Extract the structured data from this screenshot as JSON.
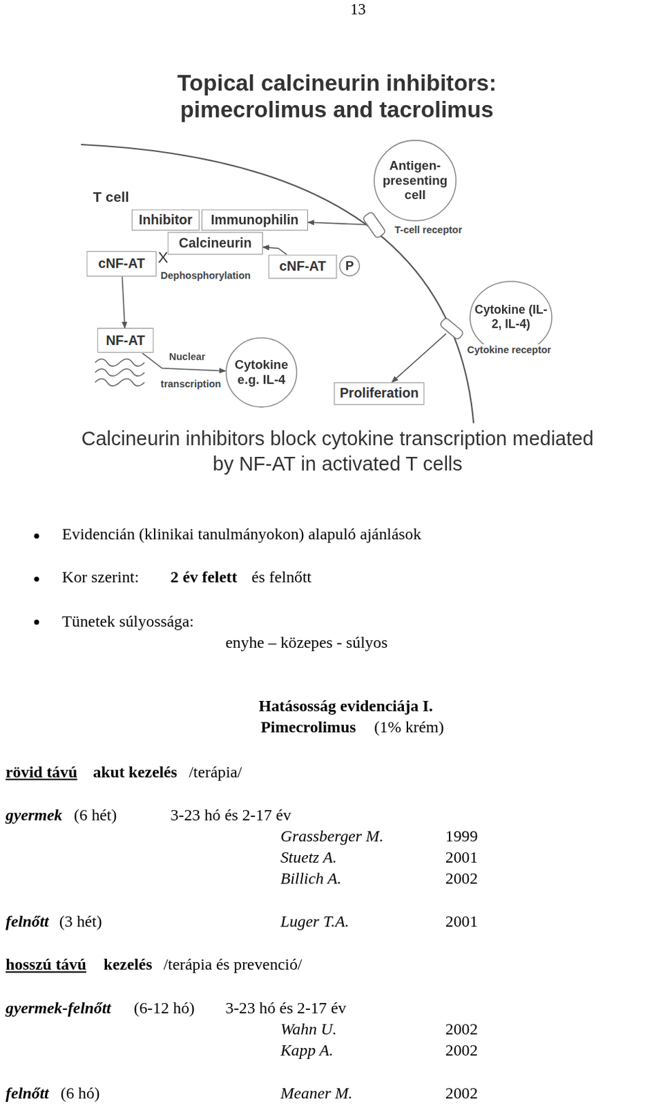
{
  "diagram": {
    "title": "Topical calcineurin inhibitors: pimecrolimus and tacrolimus",
    "caption": "Calcineurin inhibitors block cytokine transcription mediated by NF-AT in activated T cells",
    "nodes": [
      {
        "text": [
          "Antigen-presenting cell"
        ]
      },
      {
        "text": [
          "T-cell receptor"
        ]
      },
      {
        "text": [
          "Inhibitor"
        ]
      },
      {
        "text": [
          "Immunophilin"
        ]
      },
      {
        "text": [
          "Calcineurin"
        ]
      },
      {
        "text": [
          "cNF-AT"
        ]
      },
      {
        "text": [
          "cNF-AT"
        ]
      },
      {
        "text": [
          "P"
        ]
      },
      {
        "text": [
          "Cytokine (IL-2, IL-4)"
        ]
      },
      {
        "text": [
          "Cytokine receptor"
        ]
      },
      {
        "text": [
          "NF-AT"
        ]
      },
      {
        "text": [
          "Cytokine e.g. IL-4"
        ]
      },
      {
        "text": [
          "Proliferation"
        ]
      }
    ],
    "edges": [
      {
        "from": 1,
        "to": 3,
        "arrow": "to"
      },
      {
        "from": 6,
        "to": 4,
        "arrow": "to"
      },
      {
        "from": 5,
        "to": 10,
        "arrow": "to"
      },
      {
        "from": 10,
        "to": 11,
        "arrow": "to"
      },
      {
        "from": 9,
        "to": 12,
        "arrow": "to"
      }
    ],
    "labels": [
      "13",
      "T cell",
      "X",
      "Dephosphorylation",
      "Nuclear",
      "transcription",
      "Evidencián (klinikai tanulmányokon) alapuló ajánlások",
      "Kor szerint:",
      "2 év felett",
      "és felnőtt",
      "Tünetek súlyossága:",
      "enyhe – közepes - súlyos",
      "Hatásosság evidenciája I.",
      "Pimecrolimus",
      "(1% krém)",
      "rövid távú",
      "akut kezelés",
      "/terápia/",
      "gyermek",
      "(6 hét)",
      "3-23 hó és 2-17 év",
      "Grassberger M.",
      "1999",
      "Stuetz A.",
      "2001",
      "Billich A.",
      "2002",
      "felnőtt",
      "(3 hét)",
      "Luger T.A.",
      "2001",
      "hosszú távú",
      "kezelés",
      "/terápia és prevenció/",
      "gyermek-felnőtt",
      "(6-12 hó)",
      "3-23 hó és 2-17 év",
      "Wahn U.",
      "2002",
      "Kapp A.",
      "2002",
      "felnőtt",
      "(6 hó)",
      "Meaner M.",
      "2002"
    ]
  }
}
